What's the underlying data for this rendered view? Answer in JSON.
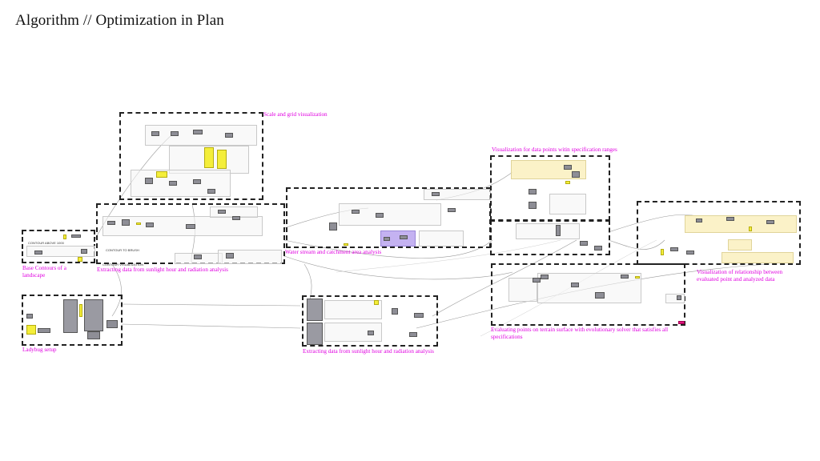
{
  "page": {
    "title": "Algorithm // Optimization in Plan"
  },
  "sections": [
    {
      "id": "scale-grid",
      "label": "Scale and grid visualization"
    },
    {
      "id": "base-contours",
      "label": "Base Contours of a landscape"
    },
    {
      "id": "sunlight-radiation-1",
      "label": "Extracting data from sunlight hour and radiation analysis"
    },
    {
      "id": "water-stream",
      "label": "Water stream and catchment area analysis"
    },
    {
      "id": "ladybug",
      "label": "Ladybug setup"
    },
    {
      "id": "sunlight-radiation-2",
      "label": "Extracting data from sunlight hour and radiation analysis"
    },
    {
      "id": "visualization-spec",
      "label": "Visualization for data points witin specification ranges"
    },
    {
      "id": "evolutionary-solver",
      "label": "Evaluating points on terrain surface with evolutionary solver that satisfies all specifications"
    },
    {
      "id": "relationship-visual",
      "label": "Visualization of relationship between evaluated point and analyzed data"
    }
  ],
  "group_titles": {
    "contour_above": "CONTOUR ABOVE 1000",
    "contour_to_brush": "CONTOUR TO BRUSH",
    "contour_visualization": "CONTOUR VISUALIZATION"
  },
  "colors": {
    "annotation": "#e000e0",
    "box_border": "#222222",
    "node": "#8e8e96",
    "panel_yellow": "#f4ee3a",
    "group_purple": "#beaaf0",
    "group_cream": "#faf0be"
  }
}
